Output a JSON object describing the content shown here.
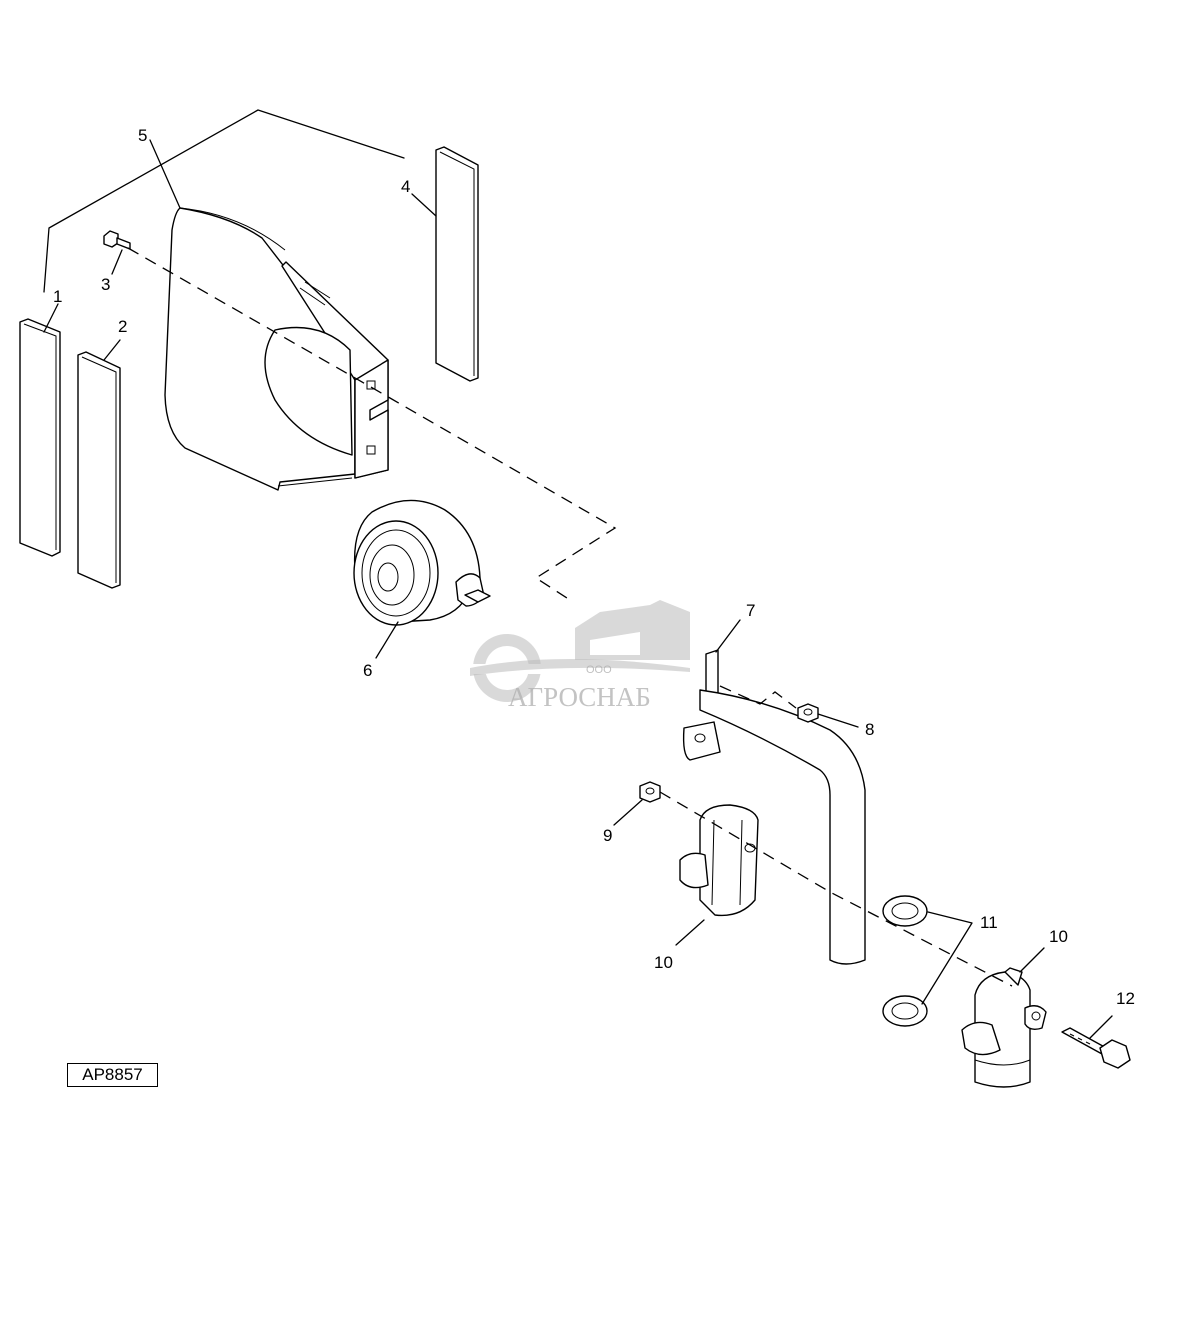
{
  "diagram": {
    "reference_code": "AP8857",
    "watermark": {
      "prefix": "ООО",
      "name": "АГРОСНАБ"
    },
    "callouts": [
      {
        "id": "c1",
        "label": "1"
      },
      {
        "id": "c2",
        "label": "2"
      },
      {
        "id": "c3",
        "label": "3"
      },
      {
        "id": "c4",
        "label": "4"
      },
      {
        "id": "c5",
        "label": "5"
      },
      {
        "id": "c6",
        "label": "6"
      },
      {
        "id": "c7",
        "label": "7"
      },
      {
        "id": "c8",
        "label": "8"
      },
      {
        "id": "c9",
        "label": "9"
      },
      {
        "id": "c10a",
        "label": "10"
      },
      {
        "id": "c10b",
        "label": "10"
      },
      {
        "id": "c11",
        "label": "11"
      },
      {
        "id": "c12",
        "label": "12"
      }
    ]
  }
}
